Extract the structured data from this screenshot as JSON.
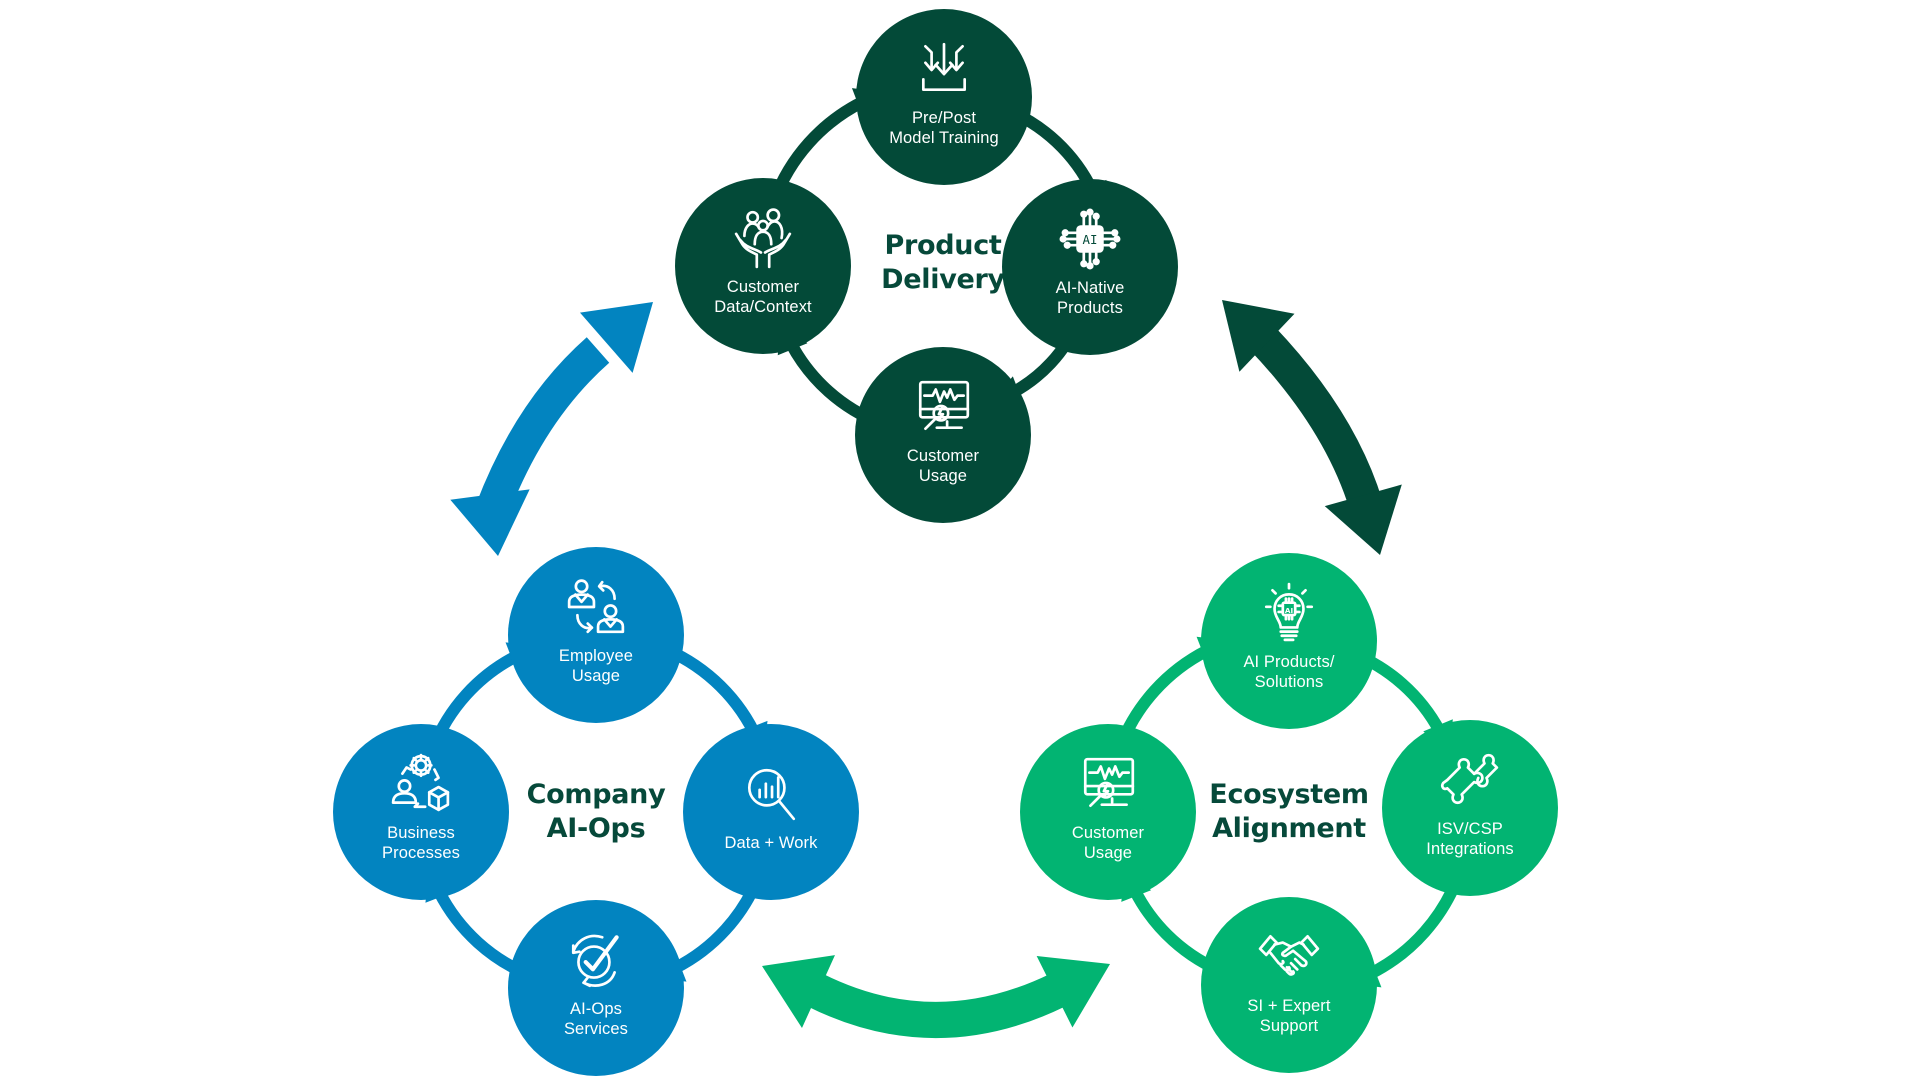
{
  "colors": {
    "product_delivery": "#034a38",
    "company_ai_ops": "#0284c0",
    "ecosystem_alignment": "#02b472",
    "title_text": "#06493a",
    "node_text": "#ffffff"
  },
  "groups": {
    "product_delivery": {
      "title": "Product\nDelivery",
      "nodes": [
        {
          "label": "Pre/Post\nModel Training",
          "icon": "download-tray-icon"
        },
        {
          "label": "AI-Native\nProducts",
          "icon": "ai-chip-icon"
        },
        {
          "label": "Customer\nUsage",
          "icon": "monitor-analytics-icon"
        },
        {
          "label": "Customer\nData/Context",
          "icon": "people-in-hands-icon"
        }
      ],
      "cycle_direction": "clockwise"
    },
    "company_ai_ops": {
      "title": "Company\nAI-Ops",
      "nodes": [
        {
          "label": "Employee\nUsage",
          "icon": "employee-exchange-icon"
        },
        {
          "label": "Data + Work",
          "icon": "data-search-icon"
        },
        {
          "label": "AI-Ops\nServices",
          "icon": "cycle-check-icon"
        },
        {
          "label": "Business\nProcesses",
          "icon": "business-process-icon"
        }
      ],
      "cycle_direction": "clockwise"
    },
    "ecosystem_alignment": {
      "title": "Ecosystem\nAlignment",
      "nodes": [
        {
          "label": "AI Products/\nSolutions",
          "icon": "ai-lightbulb-icon"
        },
        {
          "label": "ISV/CSP\nIntegrations",
          "icon": "puzzle-icon"
        },
        {
          "label": "SI + Expert\nSupport",
          "icon": "handshake-icon"
        },
        {
          "label": "Customer\nUsage",
          "icon": "monitor-analytics-icon"
        }
      ],
      "cycle_direction": "clockwise"
    }
  },
  "connectors": [
    {
      "between": [
        "product_delivery",
        "company_ai_ops"
      ],
      "type": "bidirectional",
      "color": "#0284c0"
    },
    {
      "between": [
        "product_delivery",
        "ecosystem_alignment"
      ],
      "type": "bidirectional",
      "color": "#034a38"
    },
    {
      "between": [
        "company_ai_ops",
        "ecosystem_alignment"
      ],
      "type": "bidirectional",
      "color": "#02b472"
    }
  ]
}
